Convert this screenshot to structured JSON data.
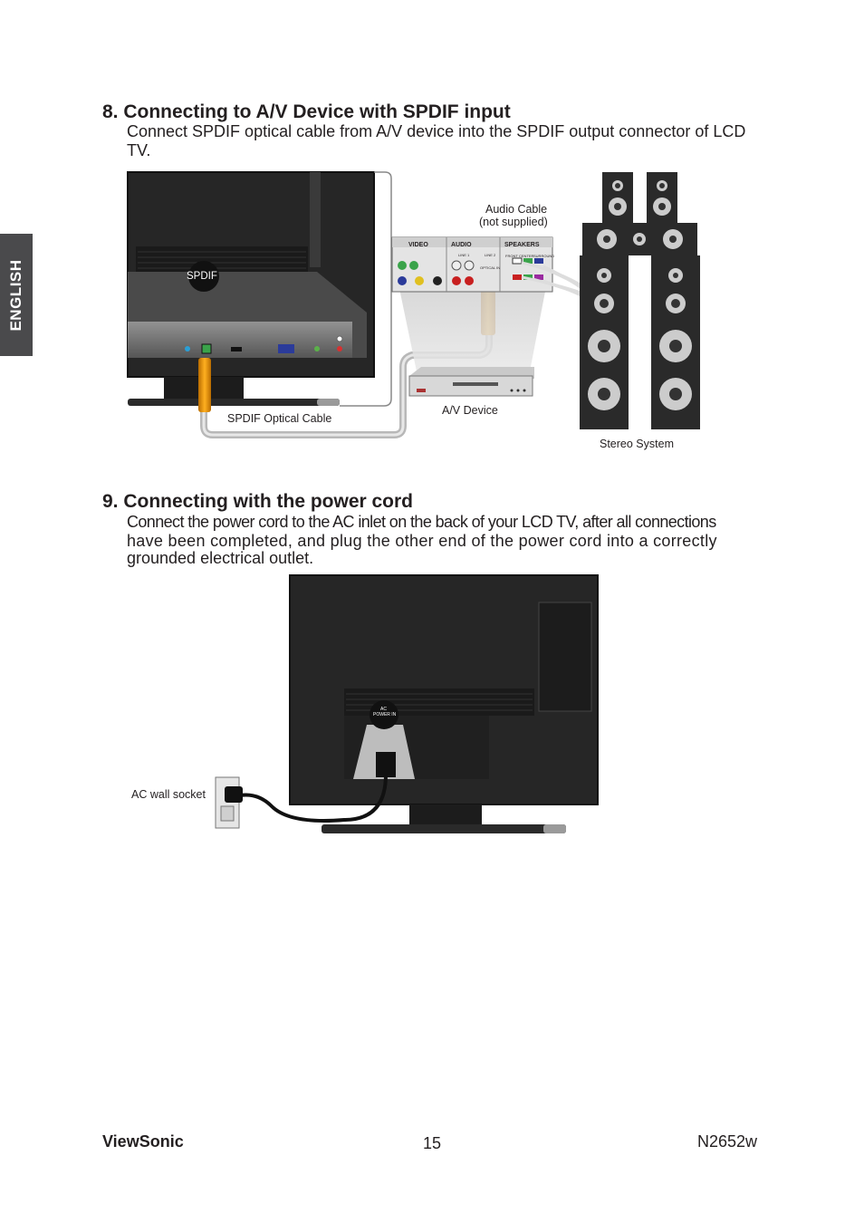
{
  "side_tab": {
    "label": "ENGLISH"
  },
  "section8": {
    "title": "8. Connecting to A/V Device with SPDIF input",
    "body": "Connect SPDIF optical cable from A/V device into the SPDIF output connector of LCD TV.",
    "figure": {
      "spdif_port_label": "SPDIF",
      "audio_cable_label_1": "Audio Cable",
      "audio_cable_label_2": "(not supplied)",
      "spdif_cable_label": "SPDIF Optical Cable",
      "av_device_label": "A/V Device",
      "stereo_label": "Stereo System",
      "panel": {
        "video": "VIDEO",
        "audio": "AUDIO",
        "speakers": "SPEAKERS",
        "line1": "LINE 1",
        "line2": "LINE 2",
        "optical_in": "OPTICAL IN",
        "front": "FRONT",
        "center": "CENTER",
        "surround": "SURROUND"
      }
    }
  },
  "section9": {
    "title": "9. Connecting with the power cord",
    "body_line1": "Connect the power cord to the AC inlet on the back of your LCD TV, after all connections",
    "body_line2": "have been completed, and plug the other end of the power cord into a correctly",
    "body_line3": "grounded electrical outlet.",
    "figure": {
      "ac_power_label_1": "AC",
      "ac_power_label_2": "POWER IN",
      "wall_socket_label": "AC wall socket"
    }
  },
  "footer": {
    "brand": "ViewSonic",
    "page_number": "15",
    "model": "N2652w"
  }
}
